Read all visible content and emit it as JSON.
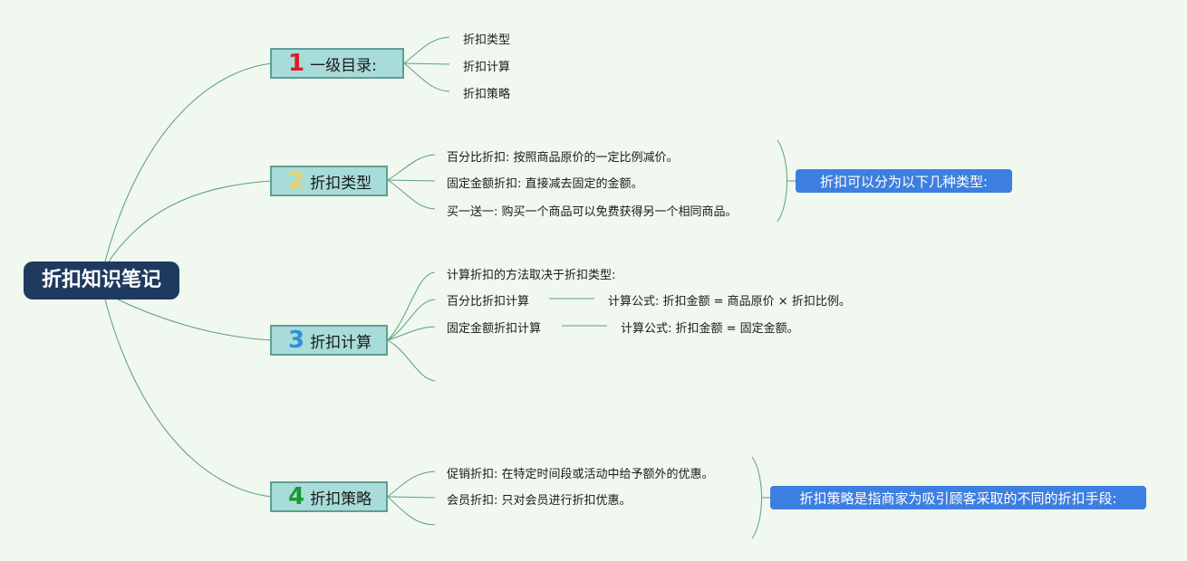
{
  "root": {
    "label": "折扣知识笔记"
  },
  "topics": [
    {
      "num": "1",
      "num_color": "#d81e2c",
      "label": "一级目录:"
    },
    {
      "num": "2",
      "num_color": "#f3d25a",
      "label": "折扣类型"
    },
    {
      "num": "3",
      "num_color": "#2e8fd8",
      "label": "折扣计算"
    },
    {
      "num": "4",
      "num_color": "#1a9a2e",
      "label": "折扣策略"
    }
  ],
  "toc": [
    "折扣类型",
    "折扣计算",
    "折扣策略"
  ],
  "types": {
    "items": [
      "百分比折扣: 按照商品原价的一定比例减价。",
      "固定金额折扣: 直接减去固定的金额。",
      "买一送一: 购买一个商品可以免费获得另一个相同商品。"
    ],
    "summary": "折扣可以分为以下几种类型:"
  },
  "calc": {
    "intro": "计算折扣的方法取决于折扣类型:",
    "percent_label": "百分比折扣计算",
    "percent_formula": "计算公式: 折扣金额 = 商品原价 × 折扣比例。",
    "fixed_label": "固定金额折扣计算",
    "fixed_formula": "计算公式: 折扣金额 = 固定金额。"
  },
  "strategy": {
    "items": [
      "促销折扣: 在特定时间段或活动中给予额外的优惠。",
      "会员折扣: 只对会员进行折扣优惠。"
    ],
    "summary": "折扣策略是指商家为吸引顾客采取的不同的折扣手段:"
  },
  "colors": {
    "background": "#f0f8ef",
    "root_fill": "#1f3a5f",
    "topic_fill": "#a8dcd9",
    "topic_border": "#5e9e97",
    "connector": "#5e9e7e",
    "summary_fill": "#3d7fe0"
  }
}
